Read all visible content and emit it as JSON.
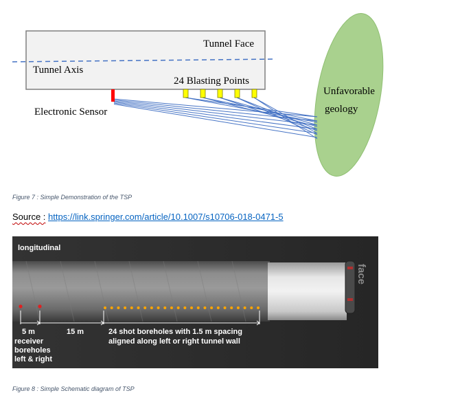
{
  "figure7": {
    "labels": {
      "tunnel_face": "Tunnel Face",
      "tunnel_axis": "Tunnel Axis",
      "blasting_points": "24 Blasting Points",
      "sensor": "Electronic Sensor",
      "geology_line1": "Unfavorable",
      "geology_line2": "geology"
    },
    "blasting_point_count_drawn": 5,
    "colors": {
      "tunnel_fill": "#f2f2f2",
      "tunnel_border": "#7f7f7f",
      "axis_dash": "#4472c4",
      "blast_point": "#ffff00",
      "sensor": "#ff0000",
      "ray_lines": "#4472c4",
      "geology_fill": "#a9d18e"
    },
    "caption": "Figure 7 : Simple Demonstration of the TSP"
  },
  "source": {
    "label": "Source :",
    "link_text": "https://link.springer.com/article/10.1007/s10706-018-0471-5"
  },
  "figure8": {
    "title": "longitudinal",
    "face_label": "face",
    "dim_receiver": "5 m",
    "dim_gap": "15 m",
    "receiver_text": [
      "receiver",
      "boreholes",
      "left & right"
    ],
    "shot_text": [
      "24 shot boreholes with 1.5 m spacing",
      "aligned along left or right tunnel wall"
    ],
    "receiver_count": 2,
    "shot_count": 24,
    "colors": {
      "background": "#2b2b2b",
      "receiver_dot": "#e02020",
      "shot_dot": "#ffa500"
    },
    "caption": "Figure 8 : Simple Schematic diagram of TSP"
  }
}
